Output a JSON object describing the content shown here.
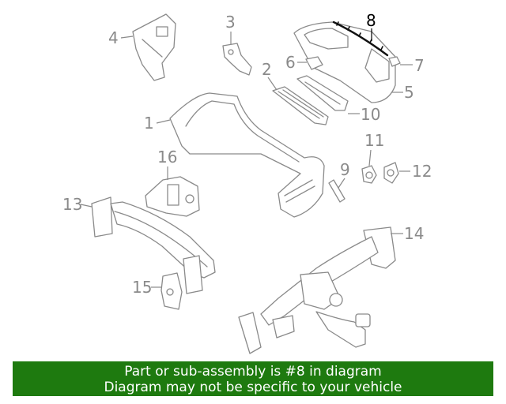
{
  "labels": [
    "1",
    "2",
    "3",
    "4",
    "5",
    "6",
    "7",
    "8",
    "9",
    "10",
    "11",
    "12",
    "13",
    "14",
    "15",
    "16"
  ],
  "highlighted_part": "8",
  "banner": {
    "line1": "Part or sub-assembly is #8 in diagram",
    "line2": "Diagram may not be specific to your vehicle",
    "background": "#1e7a0f",
    "text_color": "#ffffff"
  },
  "colors": {
    "line": "#8a8a8a",
    "highlight": "#000000"
  }
}
